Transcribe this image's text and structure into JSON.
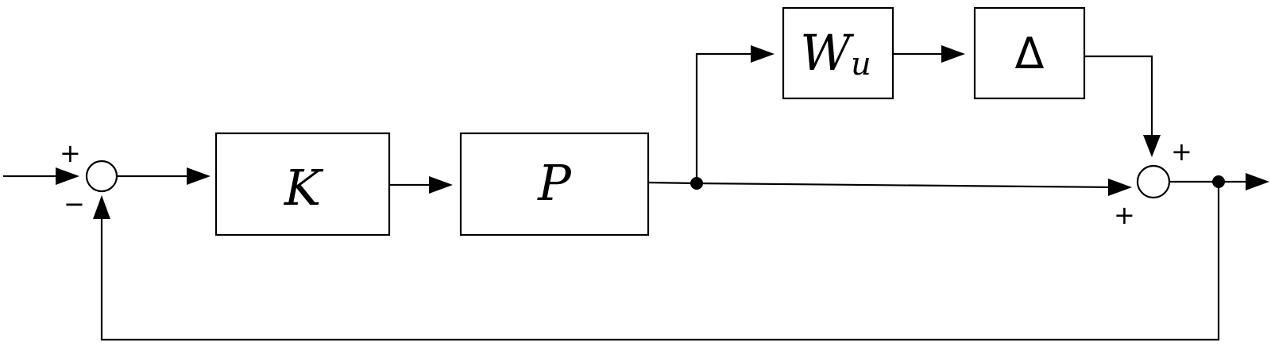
{
  "blocks": {
    "controller": {
      "label": "K"
    },
    "plant": {
      "label": "P"
    },
    "weight": {
      "label": "W",
      "subscript": "u"
    },
    "uncertainty": {
      "label": "Δ"
    }
  },
  "summing_junctions": {
    "feedback": {
      "top_sign": "+",
      "bottom_sign": "−"
    },
    "output": {
      "top_sign": "+",
      "bottom_sign": "+"
    }
  }
}
